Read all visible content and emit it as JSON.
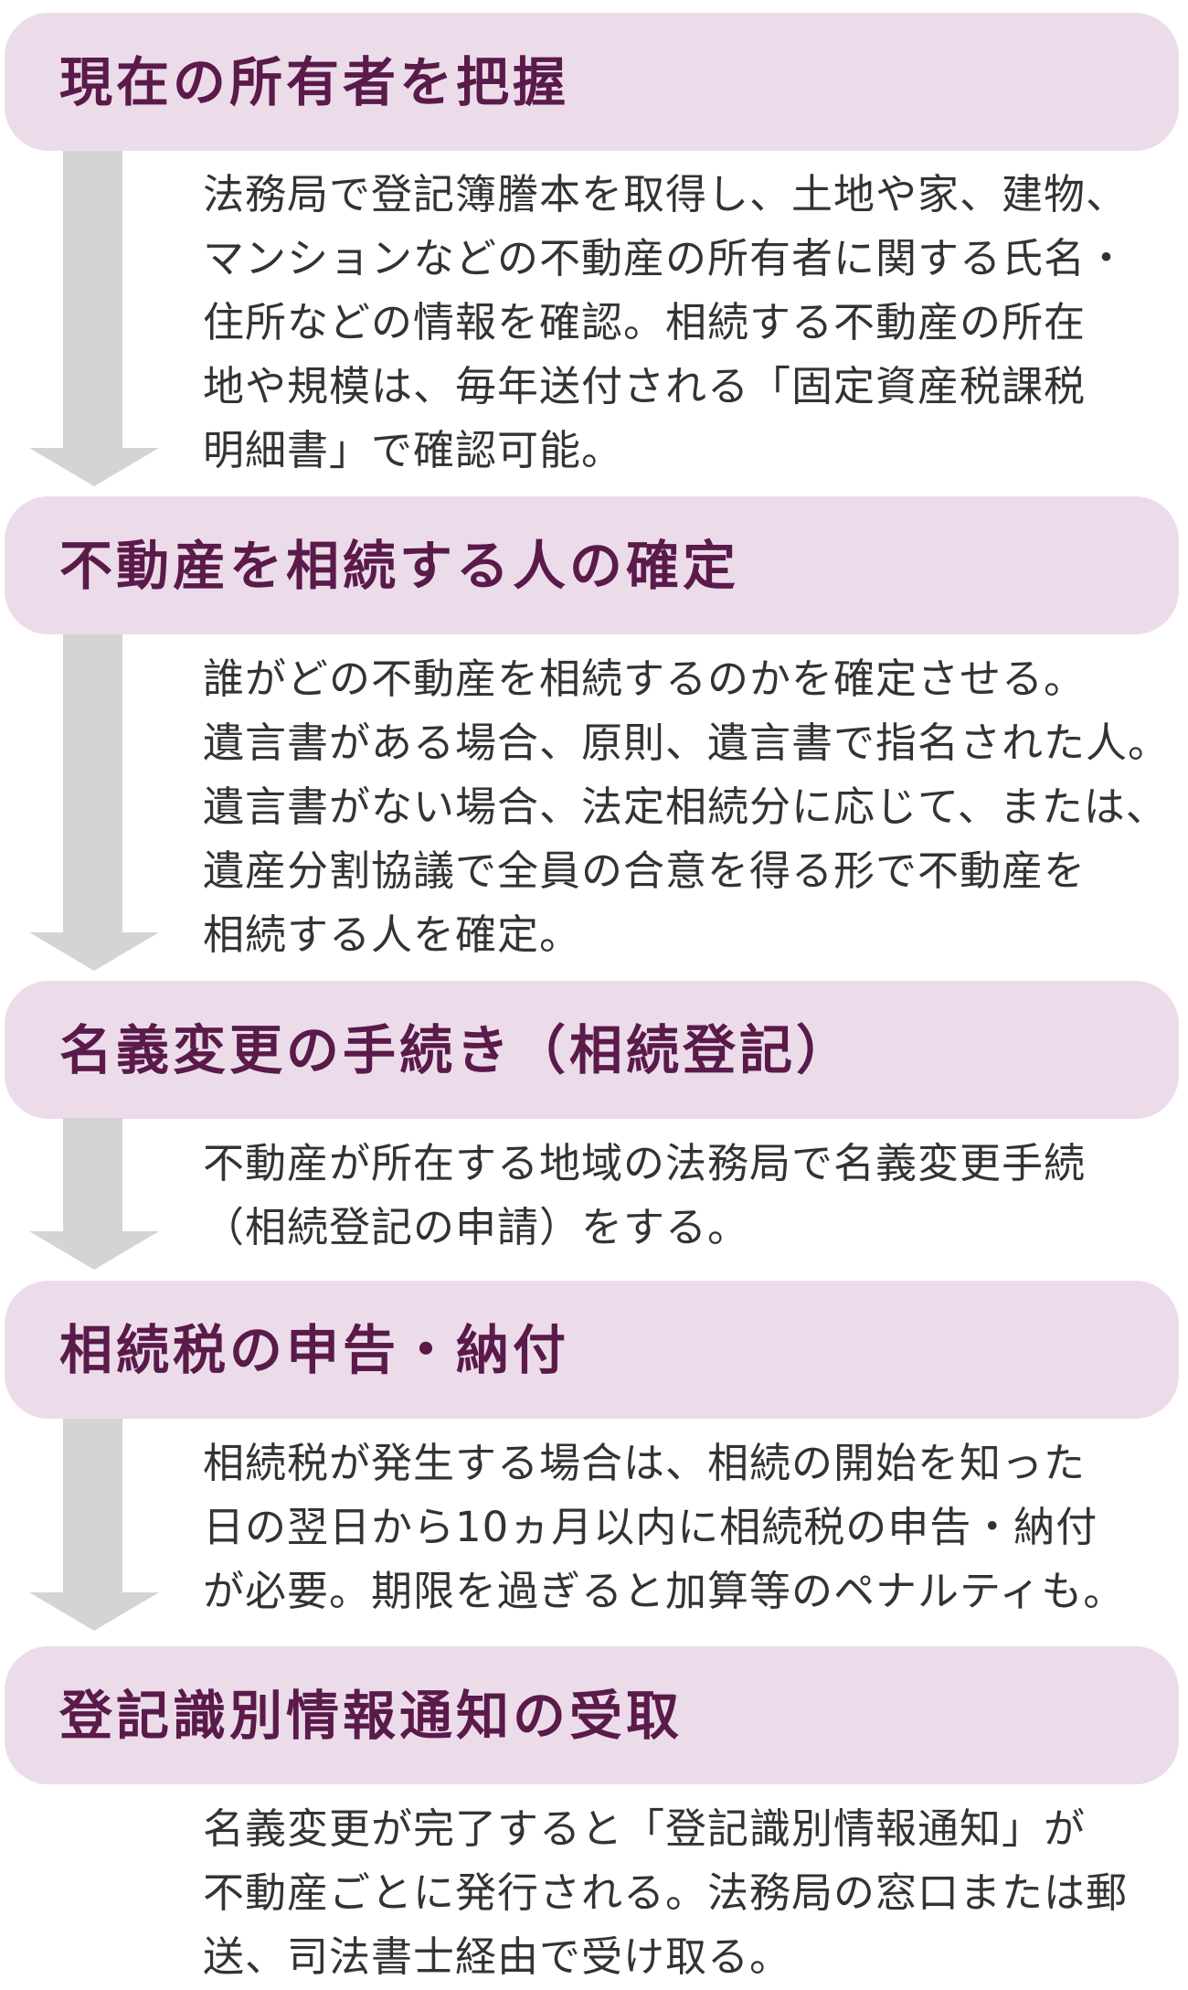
{
  "colors": {
    "pill_background": "#ecdcea",
    "title_text": "#5a1a4a",
    "arrow": "#d4d4d4",
    "body_text": "#333333"
  },
  "steps": [
    {
      "title": "現在の所有者を把握",
      "lines": [
        "法務局で登記簿謄本を取得し、土地や家、建物、",
        "マンションなどの不動産の所有者に関する氏名・",
        "住所などの情報を確認。相続する不動産の所在",
        "地や規模は、毎年送付される「固定資産税課税",
        "明細書」で確認可能。"
      ],
      "has_arrow": true
    },
    {
      "title": "不動産を相続する人の確定",
      "lines": [
        "誰がどの不動産を相続するのかを確定させる。",
        "遺言書がある場合、原則、遺言書で指名された人。",
        "遺言書がない場合、法定相続分に応じて、または、",
        "遺産分割協議で全員の合意を得る形で不動産を",
        "相続する人を確定。"
      ],
      "has_arrow": true
    },
    {
      "title": "名義変更の手続き（相続登記）",
      "lines": [
        "不動産が所在する地域の法務局で名義変更手続",
        "（相続登記の申請）をする。"
      ],
      "has_arrow": true
    },
    {
      "title": "相続税の申告・納付",
      "lines": [
        "相続税が発生する場合は、相続の開始を知った",
        "日の翌日から10ヵ月以内に相続税の申告・納付",
        "が必要。期限を過ぎると加算等のペナルティも。"
      ],
      "has_arrow": true
    },
    {
      "title": "登記識別情報通知の受取",
      "lines": [
        "名義変更が完了すると「登記識別情報通知」が",
        "不動産ごとに発行される。法務局の窓口または郵",
        "送、司法書士経由で受け取る。"
      ],
      "has_arrow": false
    }
  ]
}
